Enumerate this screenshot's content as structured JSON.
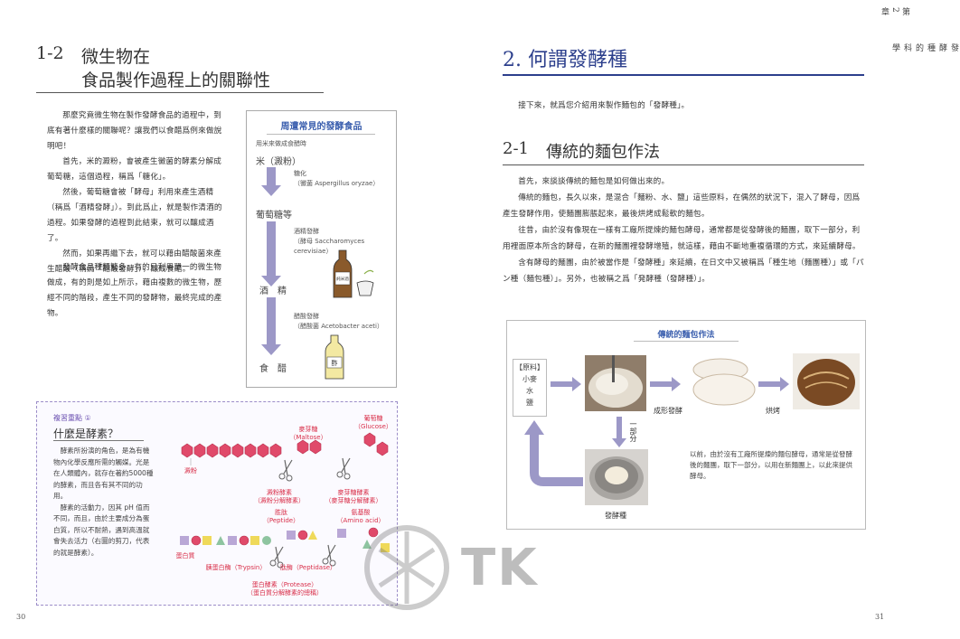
{
  "left": {
    "heading_num": "1-2",
    "heading_line1": "微生物在",
    "heading_line2": "食品製作過程上的關聯性",
    "paragraphs": [
      "那麼究竟微生物在製作發酵食品的過程中，到底有著什麼樣的關聯呢？讓我們以食醋爲例來做說明吧！",
      "首先，米的澱粉，會被產生黴菌的酵素分解成葡萄糖，這個過程，稱爲「糖化」。",
      "然後，葡萄糖會被「酵母」利用來產生酒精（稱爲「酒精發酵」）。到此爲止，就是製作清酒的過程。如果發酵的過程到此結束，就可以釀成酒了。",
      "然而，如果再繼下去，就可以藉由醋酸菌來產生醋酸（稱爲「醋酸發酵」），釀成食醋。"
    ],
    "paragraphs2": [
      "發酵食品種類繁多，有的只利用單一的微生物做成，有的則是如上所示，藉由複數的微生物，歷經不同的階段，產生不同的發酵物，最終完成的產物。"
    ],
    "flow": {
      "title": "周遭常見的發酵食品",
      "subtitle": "用米來做成食醋時",
      "steps": [
        "米（澱粉）",
        "葡萄糖等",
        "酒　精",
        "食　醋"
      ],
      "notes": [
        {
          "l1": "糖化",
          "l2": "（黴菌 Aspergillus oryzae）"
        },
        {
          "l1": "酒精發酵",
          "l2": "（酵母 Saccharomyces cerevisiae）"
        },
        {
          "l1": "醋酸發酵",
          "l2": "（醋酸菌 Acetobacter aceti）"
        }
      ],
      "bottle_label": "純米酒",
      "vinegar_label": "酢"
    },
    "review": {
      "tag": "複習重點 ①",
      "title": "什麼是酵素？",
      "text": [
        "酵素所扮演的角色，是為有機物內化學反應所需的觸媒。光是在人類體內，就存在著約5000種的酵素，而且各有其不同的功用。",
        "酵素的活動力，因其 pH 值而不同，而且，由於主要成分為蛋白質，所以不耐熱，遇到高溫就會失去活力（右圖的剪刀，代表的就是酵素）。"
      ],
      "labels": {
        "starch": "澱粉",
        "maltose": "麥芽糖",
        "maltose_en": "（Maltose）",
        "glucose": "葡萄糖",
        "glucose_en": "（Glucose）",
        "amylase": "澱粉酵素",
        "amylase_sub": "（澱粉分解酵素）",
        "maltase": "麥芽糖酵素",
        "maltase_sub": "（麥芽糖分解酵素）",
        "peptide": "胜肽",
        "peptide_en": "（Peptide）",
        "amino": "氨基酸",
        "amino_en": "（Amino acid）",
        "protein": "蛋白質",
        "trypsin": "胰蛋白酶（Trypsin）",
        "peptidase": "肽酶（Peptidase）",
        "protease": "蛋白酵素（Protease）",
        "protease_sub": "（蛋白質分解酵素的總稱）"
      }
    },
    "page_num": "30"
  },
  "right": {
    "chapter": "第2章",
    "chapter_title": "發酵種的科學",
    "heading": "2. 何謂發酵種",
    "intro": "接下來，就爲您介紹用來製作麵包的「發酵種」。",
    "sub_heading_num": "2-1",
    "sub_heading": "傳統的麵包作法",
    "paragraphs": [
      "首先，來談談傳統的麵包是如何做出來的。",
      "傳統的麵包，長久以來，是混合「麵粉、水、鹽」這些原料，在偶然的狀況下，混入了酵母，因爲產生發酵作用，使麵團膨脹起來，最後烘烤成鬆軟的麵包。",
      "往昔，由於沒有像現在一樣有工廠所提煉的麵包酵母，通常都是從發酵後的麵團，取下一部分，利用裡面原本所含的酵母，在新的麵團裡發酵增殖，就這樣，藉由不斷地重複循環的方式，來延續酵母。",
      "含有酵母的麵團，由於被當作是「發酵種」來延續，在日文中又被稱爲「種生地（麵團種）」或「パン種（麵包種）」。另外，也被稱之爲「発酵種（發酵種）」。"
    ],
    "diagram": {
      "title": "傳統的麵包作法",
      "ingredients_label": "【原料】",
      "ingredients": [
        "小麥",
        "水",
        "鹽"
      ],
      "shape_label": "成形發酵",
      "bake_label": "烘烤",
      "portion_label": "一部分",
      "starter_label": "發酵種",
      "caption": "以前，由於沒有工廠所提煉的麵包酵母，通常是從發酵後的麵團，取下一部分，以用在新麵團上，以此來提供酵母。"
    },
    "watermark": "TK",
    "page_num": "31"
  }
}
